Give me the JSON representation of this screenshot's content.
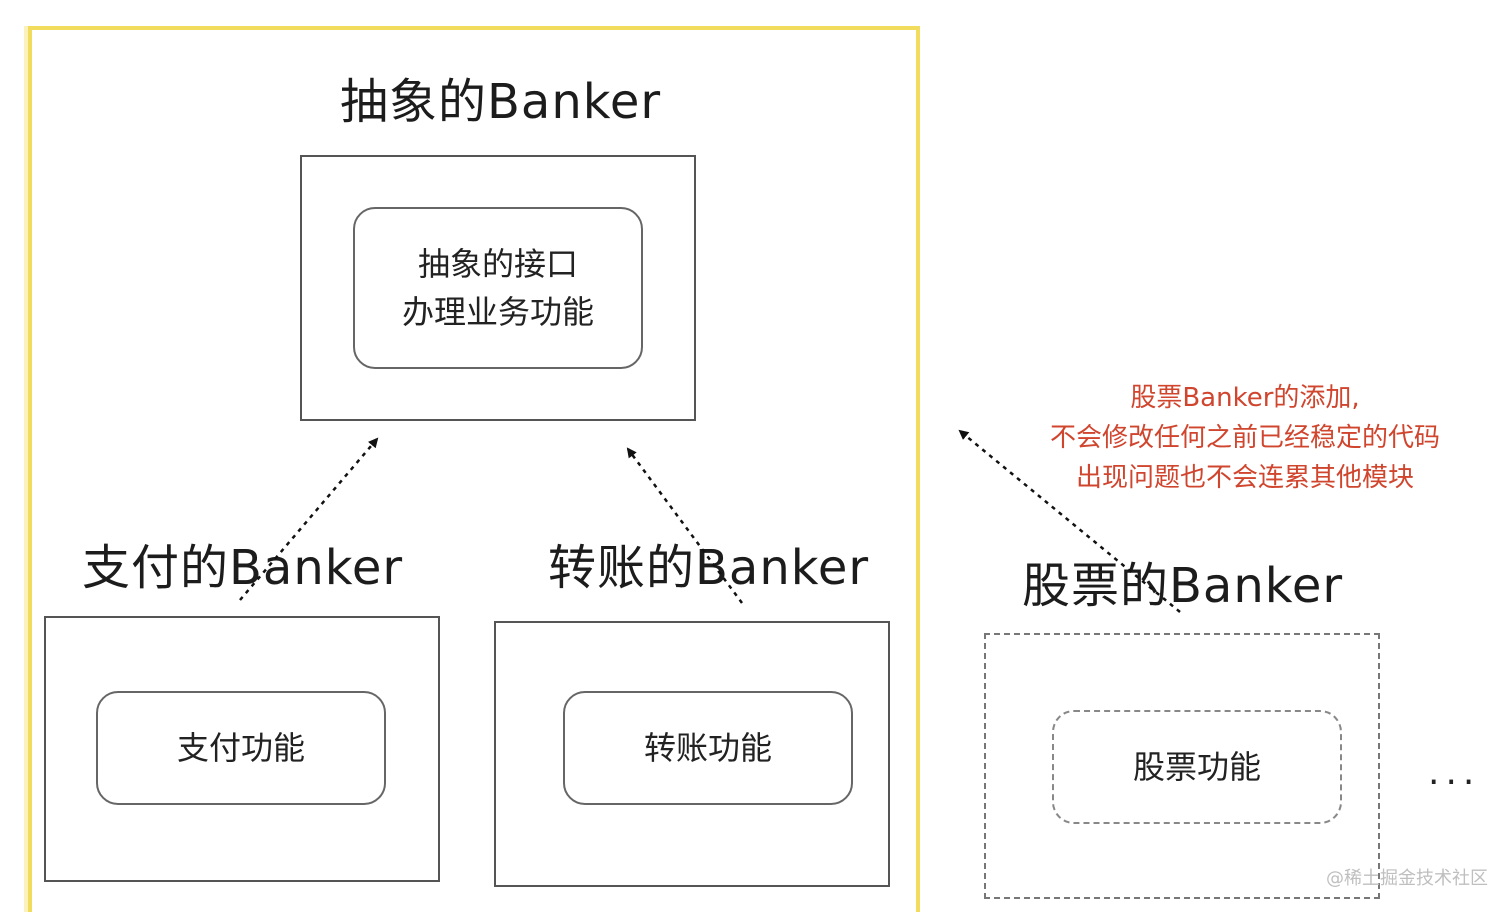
{
  "headings": {
    "abstract_banker": "抽象的Banker",
    "pay_banker": "支付的Banker",
    "transfer_banker": "转账的Banker",
    "stock_banker": "股票的Banker"
  },
  "boxes": {
    "abstract_interface": {
      "line1": "抽象的接口",
      "line2": "办理业务功能"
    },
    "pay_function": "支付功能",
    "transfer_function": "转账功能",
    "stock_function": "股票功能"
  },
  "note": {
    "line1": "股票Banker的添加,",
    "line2": "不会修改任何之前已经稳定的代码",
    "line3": "出现问题也不会连累其他模块"
  },
  "ellipsis": "...",
  "watermark": "@稀土掘金技术社区",
  "colors": {
    "frame": "#f2dc5d",
    "note": "#d0452e",
    "box_border": "#555555",
    "watermark": "#bfbfbf"
  }
}
